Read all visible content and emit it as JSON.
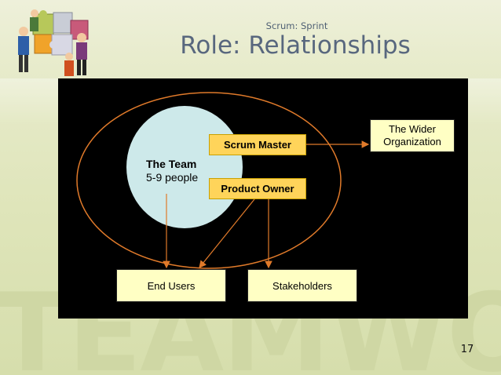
{
  "header": {
    "subtitle": "Scrum: Sprint",
    "title": "Role: Relationships"
  },
  "diagram": {
    "team": {
      "name": "The Team",
      "size": "5-9 people"
    },
    "roles": {
      "scrum_master": "Scrum Master",
      "product_owner": "Product Owner"
    },
    "wider_org": {
      "line1": "The Wider",
      "line2": "Organization"
    },
    "end_users": "End Users",
    "stakeholders": "Stakeholders"
  },
  "footer": {
    "page_number": "17"
  },
  "watermark": "TEAMWORK",
  "colors": {
    "accent_orange": "#e07a2a",
    "team_circle": "#cde9ea",
    "role_box": "#ffd45a",
    "node_box": "#ffffc4"
  }
}
